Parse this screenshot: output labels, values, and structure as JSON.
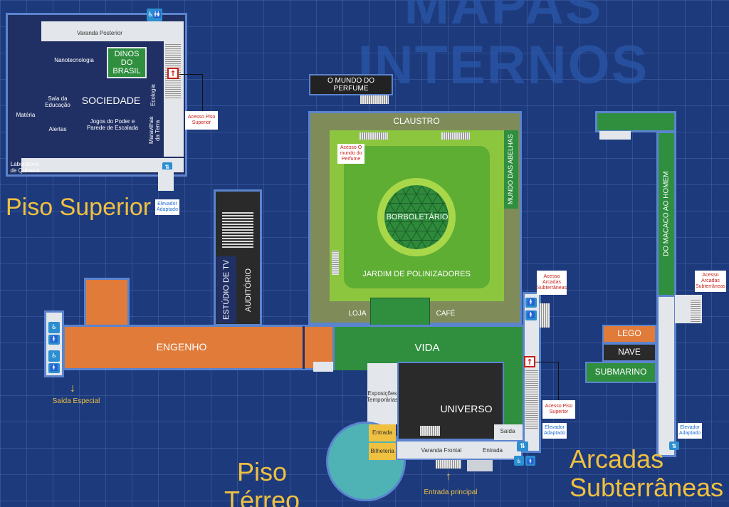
{
  "title": "MAPAS INTERNOS",
  "sections": {
    "upper": "Piso Superior",
    "ground": "Piso Térreo",
    "arcades_line1": "Arcadas",
    "arcades_line2": "Subterrâneas"
  },
  "upper_floor": {
    "varanda_posterior": "Varanda Posterior",
    "nanotecnologia": "Nanotecnologia",
    "dinos": "DINOS DO BRASIL",
    "sala_educacao": "Sala da Educação",
    "sociedade": "SOCIEDADE",
    "jogos": "Jogos do Poder e Parede de Escalada",
    "materia": "Matéria",
    "alertas": "Alertas",
    "ecologia": "Ecologia",
    "maravilhas": "Maravilhas da Terra",
    "laboratorio": "Laboratório de Química",
    "acesso_piso_superior": "Acesso Piso Superior",
    "elevador": "Elevador Adaptado"
  },
  "ground_floor": {
    "mundo_perfume": "O MUNDO DO PERFUME",
    "claustro": "CLAUSTRO",
    "acesso_perfume": "Acesso O mundo do Perfume",
    "mundo_abelhas": "MUNDO DAS ABELHAS",
    "borboletario": "BORBOLETÁRIO",
    "jardim": "JARDIM DE POLINIZADORES",
    "loja": "LOJA",
    "cafe": "CAFÉ",
    "estudio": "ESTÚDIO DE TV",
    "auditorio": "AUDITÓRIO",
    "engenho": "ENGENHO",
    "saida_especial": "Saída Especial",
    "vida": "VIDA",
    "exposicoes": "Exposições Temporárias",
    "universo": "UNIVERSO",
    "entrada": "Entrada",
    "bilheteria": "Bilheteria",
    "varanda_frontal": "Varanda Frontal",
    "entrada2": "Entrada",
    "saida": "Saída",
    "entrada_principal": "Entrada principal",
    "acesso_arcadas": "Acesso Arcadas Subterrâneas",
    "acesso_piso_superior": "Acesso Piso Superior",
    "elevador": "Elevador Adaptado"
  },
  "arcades": {
    "macaco": "DO MACACO AO HOMEM",
    "acesso_arcadas": "Acesso Arcadas Subterrâneas",
    "lego": "LEGO",
    "nave": "NAVE",
    "submarino": "SUBMARINO",
    "elevador": "Elevador Adaptado"
  },
  "icons": {
    "wheelchair": "wheelchair-icon",
    "restroom": "restroom-icon",
    "elevator": "elevator-icon",
    "stairs_up": "stairs-up-icon",
    "arrow": "arrow-down-icon"
  },
  "colors": {
    "background": "#1d3a7c",
    "orange": "#e07b39",
    "green": "#2f8f3f",
    "light_green": "#8cc63f",
    "dark_room": "#2a2a2a",
    "navy_room": "#203064",
    "olive": "#7f8c5a",
    "teal": "#4fb3b6",
    "yellow": "#f0c040"
  }
}
